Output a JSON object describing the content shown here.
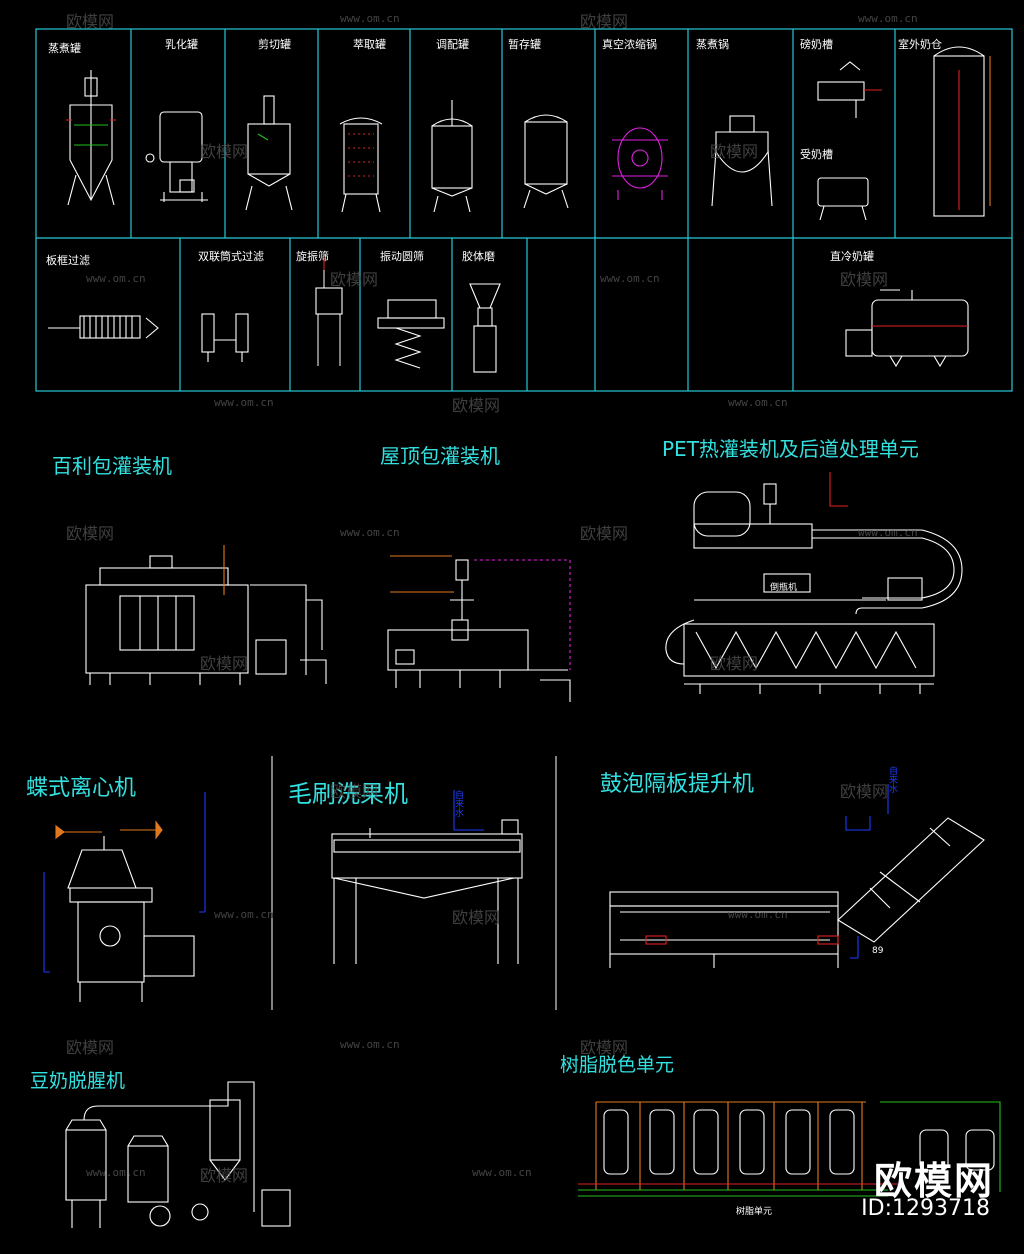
{
  "table": {
    "row1_labels": [
      "蒸煮罐",
      "乳化罐",
      "剪切罐",
      "萃取罐",
      "调配罐",
      "暂存罐",
      "真空浓缩锅",
      "蒸煮锅",
      "磅奶槽",
      "室外奶仓"
    ],
    "sub_label_1": "受奶槽",
    "row2_labels": [
      "板框过滤",
      "双联筒式过滤",
      "旋振筛",
      "振动圆筛",
      "胶体磨",
      "直冷奶罐"
    ]
  },
  "sections": {
    "s1": "百利包灌装机",
    "s2": "屋顶包灌装机",
    "s3": "PET热灌装机及后道处理单元",
    "s3_sub": "倒瓶机",
    "s4": "蝶式离心机",
    "s5": "毛刷洗果机",
    "s6": "鼓泡隔板提升机",
    "s7": "豆奶脱腥机",
    "s8": "树脂脱色单元",
    "s8_sub": "树脂单元",
    "note_water": "自来水",
    "note_89": "89"
  },
  "watermark": {
    "brand": "欧模网",
    "site": "www.om.cn"
  },
  "brand_badge": {
    "name": "欧模网",
    "id": "ID:1293718"
  },
  "colors": {
    "cyan": "#33e0e0",
    "blue": "#1e3cff",
    "magenta": "#e020e0",
    "orange": "#e07820",
    "green": "#20c020",
    "red": "#e02020"
  }
}
